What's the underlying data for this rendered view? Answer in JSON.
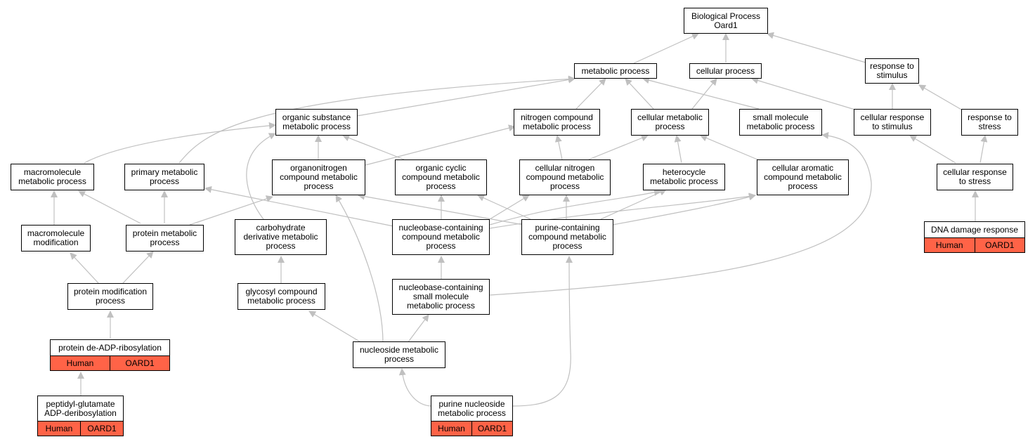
{
  "graph": {
    "edge_color": "#c0c0c0",
    "annotation_color": "#ff6347",
    "nodes": {
      "root": "Biological Process\nOard1",
      "metabolic": "metabolic process",
      "cellular": "cellular process",
      "response_stimulus": "response to\nstimulus",
      "organic_substance": "organic substance\nmetabolic process",
      "nitrogen_compound": "nitrogen compound\nmetabolic process",
      "cellular_metabolic": "cellular metabolic\nprocess",
      "small_molecule": "small molecule\nmetabolic process",
      "cellular_response_stimulus": "cellular response\nto stimulus",
      "response_stress": "response to\nstress",
      "macromolecule_metabolic": "macromolecule\nmetabolic process",
      "primary_metabolic": "primary metabolic\nprocess",
      "organonitrogen": "organonitrogen\ncompound metabolic\nprocess",
      "organic_cyclic": "organic cyclic\ncompound metabolic\nprocess",
      "cellular_nitrogen": "cellular nitrogen\ncompound metabolic\nprocess",
      "heterocycle": "heterocycle\nmetabolic process",
      "cellular_aromatic": "cellular aromatic\ncompound metabolic\nprocess",
      "cellular_response_stress": "cellular response\nto stress",
      "macromolecule_modification": "macromolecule\nmodification",
      "protein_metabolic": "protein metabolic\nprocess",
      "carbohydrate_derivative": "carbohydrate\nderivative metabolic\nprocess",
      "nucleobase_compound": "nucleobase-containing\ncompound metabolic\nprocess",
      "purine_containing": "purine-containing\ncompound metabolic\nprocess",
      "protein_modification": "protein modification\nprocess",
      "glycosyl": "glycosyl compound\nmetabolic process",
      "nucleobase_small": "nucleobase-containing\nsmall molecule\nmetabolic process",
      "nucleoside": "nucleoside metabolic\nprocess"
    },
    "annotated": {
      "dna_damage": {
        "label": "DNA damage response",
        "species": "Human",
        "gene": "OARD1"
      },
      "de_adp": {
        "label": "protein de-ADP-ribosylation",
        "species": "Human",
        "gene": "OARD1"
      },
      "peptidyl": {
        "label": "peptidyl-glutamate\nADP-deribosylation",
        "species": "Human",
        "gene": "OARD1"
      },
      "purine_nucleoside": {
        "label": "purine nucleoside\nmetabolic process",
        "species": "Human",
        "gene": "OARD1"
      }
    }
  }
}
